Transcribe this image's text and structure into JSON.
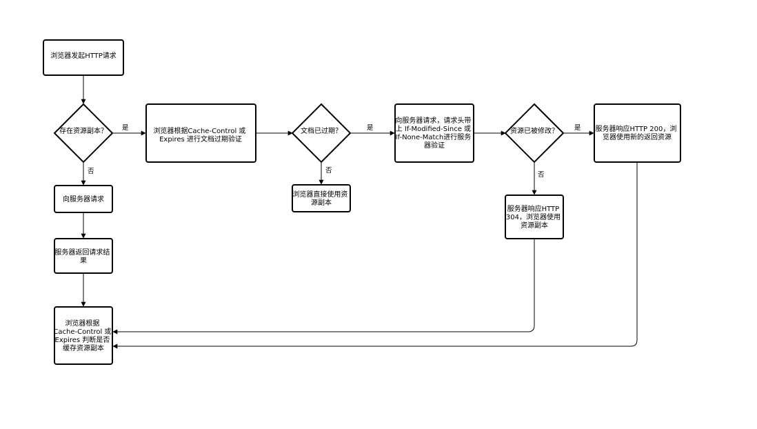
{
  "diagram": {
    "nodes": {
      "start": {
        "lines": [
          "浏览器发起HTTP请求"
        ]
      },
      "has_copy": {
        "lines": [
          "存在资源副本？"
        ]
      },
      "check_expiry": {
        "lines": [
          "浏览器根据Cache-Control 或",
          "Expires 进行文档过期验证"
        ]
      },
      "expired": {
        "lines": [
          "文档已过期？"
        ]
      },
      "revalidate": {
        "lines": [
          "向服务器请求，请求头带",
          "上 If-Modified-Since 或",
          "If-None-Match进行服务",
          "器验证"
        ]
      },
      "modified": {
        "lines": [
          "资源已被修改？"
        ]
      },
      "resp_200": {
        "lines": [
          "服务器响应HTTP 200，浏",
          "览器使用新的返回资源"
        ]
      },
      "request_server": {
        "lines": [
          "向服务器请求"
        ]
      },
      "use_copy": {
        "lines": [
          "浏览器直接使用资",
          "源副本"
        ]
      },
      "resp_304": {
        "lines": [
          "服务器响应HTTP",
          "304，浏览器使用",
          "资源副本"
        ]
      },
      "server_return": {
        "lines": [
          "服务器返回请求结",
          "果"
        ]
      },
      "decide_cache": {
        "lines": [
          "浏览器根据",
          "Cache-Control 或",
          "Expires 判断是否",
          "缓存资源副本"
        ]
      }
    },
    "edge_labels": {
      "has_copy_yes": "是",
      "has_copy_no": "否",
      "expired_yes": "是",
      "expired_no": "否",
      "modified_yes": "是",
      "modified_no": "否"
    }
  }
}
